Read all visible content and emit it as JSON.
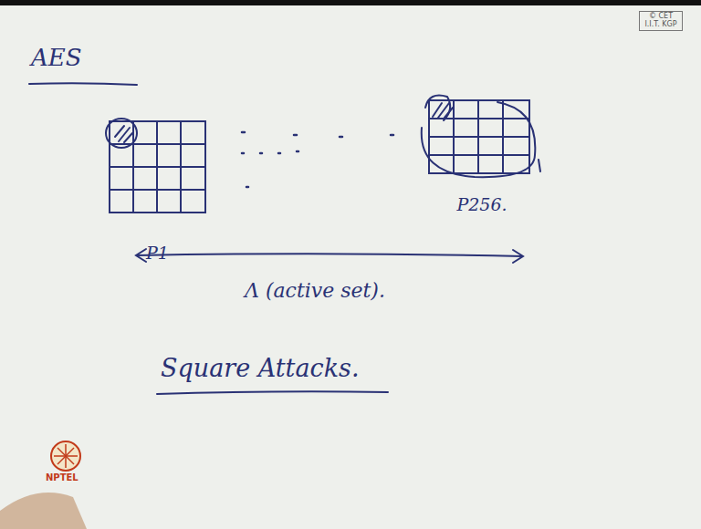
{
  "diagram": {
    "title": "AES",
    "nodes": [
      {
        "text": [
          "P1"
        ]
      },
      {
        "text": [
          "P256."
        ]
      }
    ],
    "labels": [
      "Λ (active set).",
      "Square Attacks.",
      "© CET I.I.T. KGP",
      "NPTEL"
    ]
  }
}
